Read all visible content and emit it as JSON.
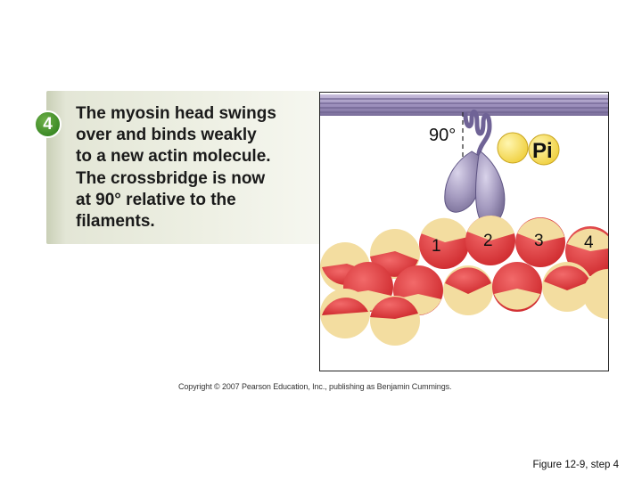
{
  "step": {
    "number": "4",
    "caption": "The myosin head swings\nover and binds weakly\nto a new actin molecule.\nThe crossbridge is now\nat 90° relative to the\nfilaments."
  },
  "figure": {
    "angle_label": "90°",
    "phosphate_label": "Pi",
    "actin_numbers": [
      "1",
      "2",
      "3",
      "4"
    ]
  },
  "copyright": "Copyright © 2007 Pearson Education, Inc., publishing as Benjamin Cummings.",
  "figure_label": "Figure 12-9, step 4"
}
